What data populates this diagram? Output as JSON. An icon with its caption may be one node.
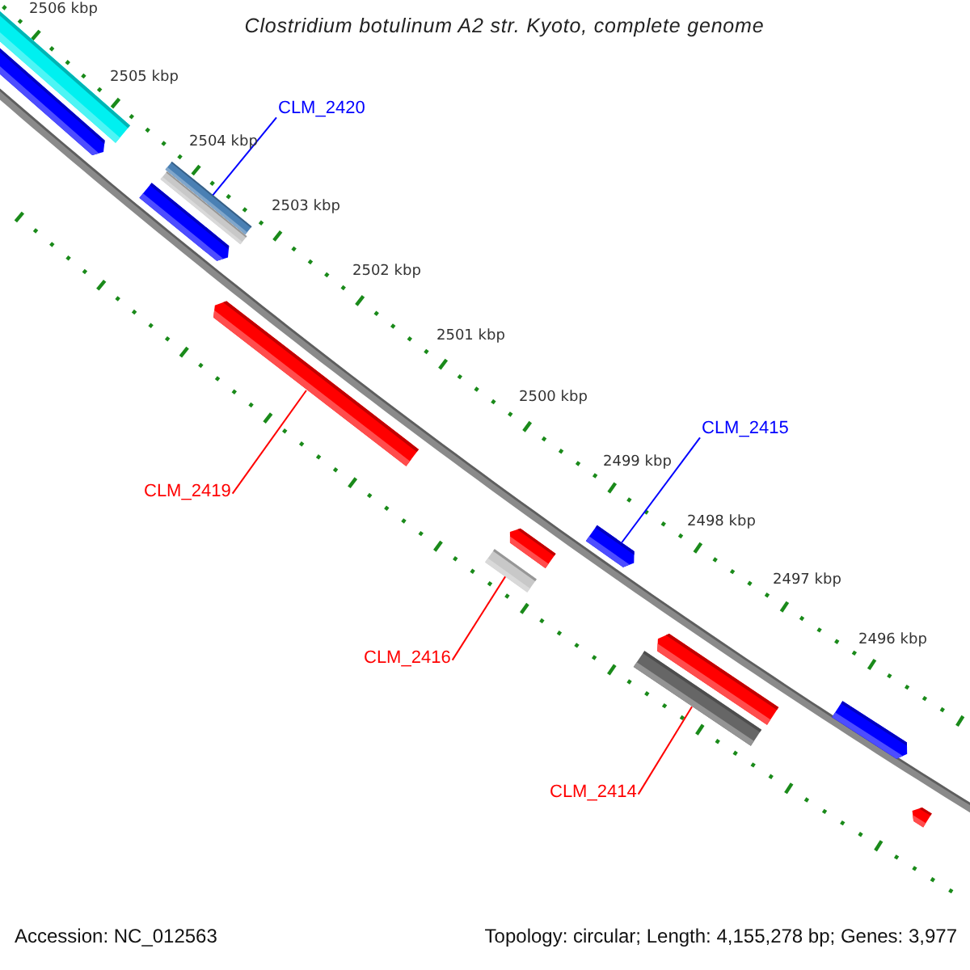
{
  "diagram": {
    "title": "Clostridium botulinum A2 str. Kyoto, complete genome",
    "nodes": [
      {
        "text": [
          "CLM_2420"
        ]
      },
      {
        "text": [
          "CLM_2415"
        ]
      },
      {
        "text": [
          "CLM_2419"
        ]
      },
      {
        "text": [
          "CLM_2416"
        ]
      },
      {
        "text": [
          "CLM_2414"
        ]
      },
      {
        "text": [],
        "shape": "bar"
      },
      {
        "text": [],
        "shape": "arrow"
      },
      {
        "text": [],
        "shape": "bar"
      },
      {
        "text": [],
        "shape": "bar"
      },
      {
        "text": [],
        "shape": "arrow"
      },
      {
        "text": [],
        "shape": "arrow"
      },
      {
        "text": [],
        "shape": "arrow"
      },
      {
        "text": [],
        "shape": "bar"
      },
      {
        "text": [],
        "shape": "arrow"
      },
      {
        "text": [],
        "shape": "arrow"
      },
      {
        "text": [],
        "shape": "bar"
      },
      {
        "text": [],
        "shape": "arrow"
      },
      {
        "text": [],
        "shape": "arrow"
      }
    ],
    "edges": [
      {
        "from": 0,
        "to": 7,
        "arrow": "none",
        "color": "#0000ff"
      },
      {
        "from": 1,
        "to": 13,
        "arrow": "none",
        "color": "#0000ff"
      },
      {
        "from": 2,
        "to": 10,
        "arrow": "none"
      },
      {
        "from": 3,
        "to": 12,
        "arrow": "none"
      },
      {
        "from": 4,
        "to": 15,
        "arrow": "none"
      }
    ],
    "labels": [
      "2506 kbp",
      "2505 kbp",
      "2504 kbp",
      "2503 kbp",
      "2502 kbp",
      "2501 kbp",
      "2500 kbp",
      "2499 kbp",
      "2498 kbp",
      "2497 kbp",
      "2496 kbp",
      "Accession: NC_012563",
      "Topology: circular; Length: 4,155,278 bp; Genes: 3,977"
    ]
  }
}
